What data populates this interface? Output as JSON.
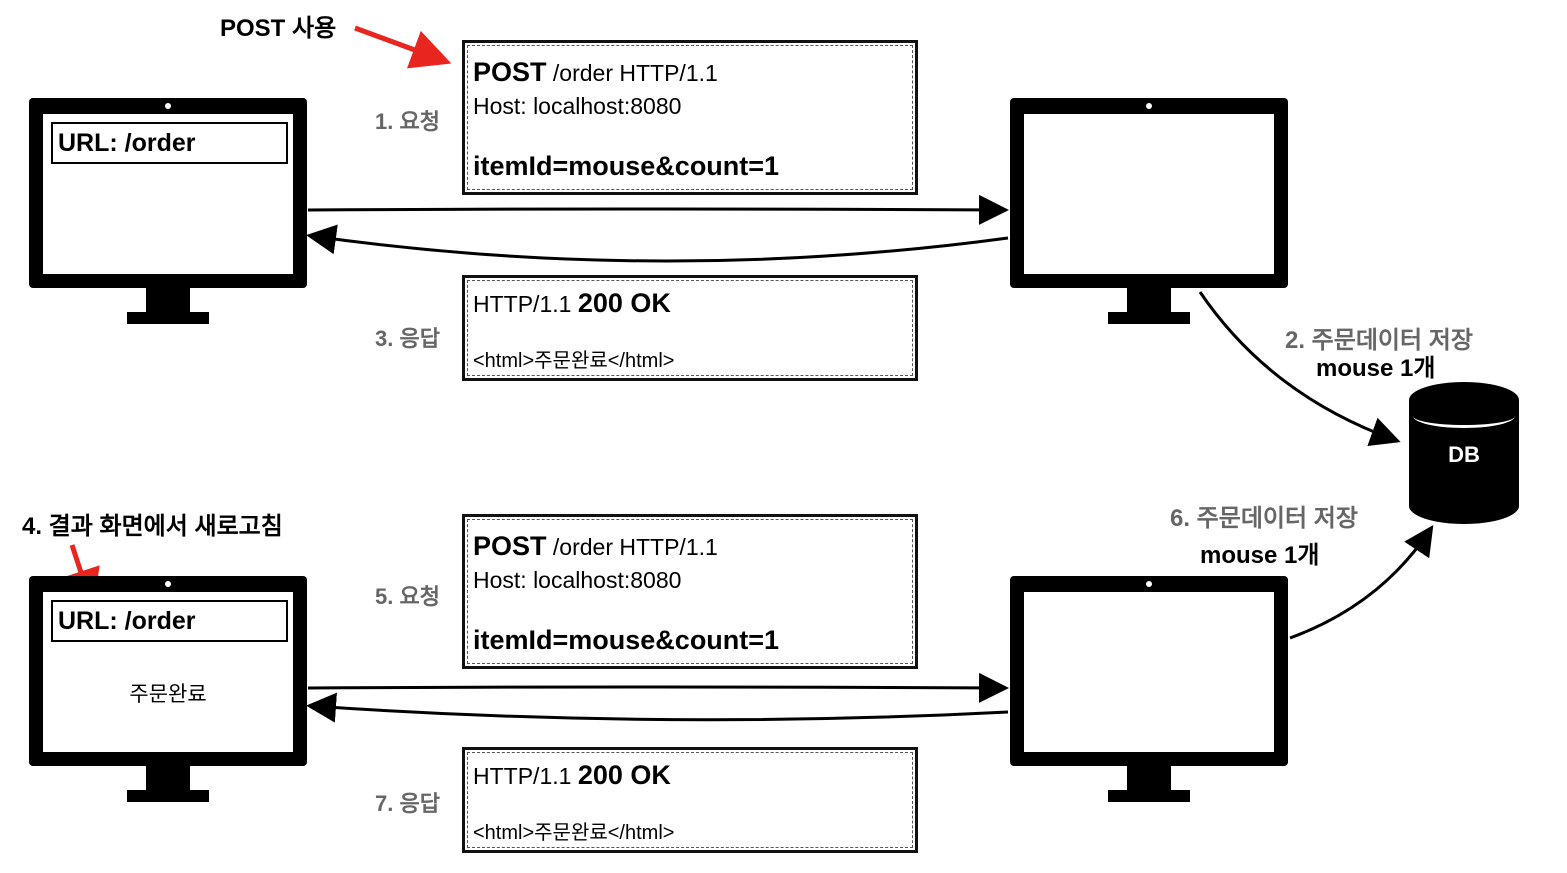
{
  "top": {
    "annotation": "POST 사용",
    "client_url": "URL: /order",
    "request": {
      "step": "1. 요청",
      "line1_method": "POST",
      "line1_rest": " /order HTTP/1.1",
      "host": "Host: localhost:8080",
      "body": "itemId=mouse&count=1"
    },
    "response": {
      "step": "3. 응답",
      "status_prefix": "HTTP/1.1 ",
      "status_code": "200 OK",
      "body": "<html>주문완료</html>"
    },
    "db_step": "2. 주문데이터 저장",
    "db_item": "mouse 1개"
  },
  "bottom": {
    "annotation": "4. 결과 화면에서 새로고침",
    "client_url": "URL: /order",
    "client_text": "주문완료",
    "request": {
      "step": "5. 요청",
      "line1_method": "POST",
      "line1_rest": " /order HTTP/1.1",
      "host": "Host: localhost:8080",
      "body": "itemId=mouse&count=1"
    },
    "response": {
      "step": "7. 응답",
      "status_prefix": "HTTP/1.1 ",
      "status_code": "200 OK",
      "body": "<html>주문완료</html>"
    },
    "db_step": "6. 주문데이터 저장",
    "db_item": "mouse 1개"
  },
  "db_label": "DB",
  "colors": {
    "annotation_arrow": "#e8261f",
    "step_text": "#666666",
    "ink": "#000000"
  }
}
